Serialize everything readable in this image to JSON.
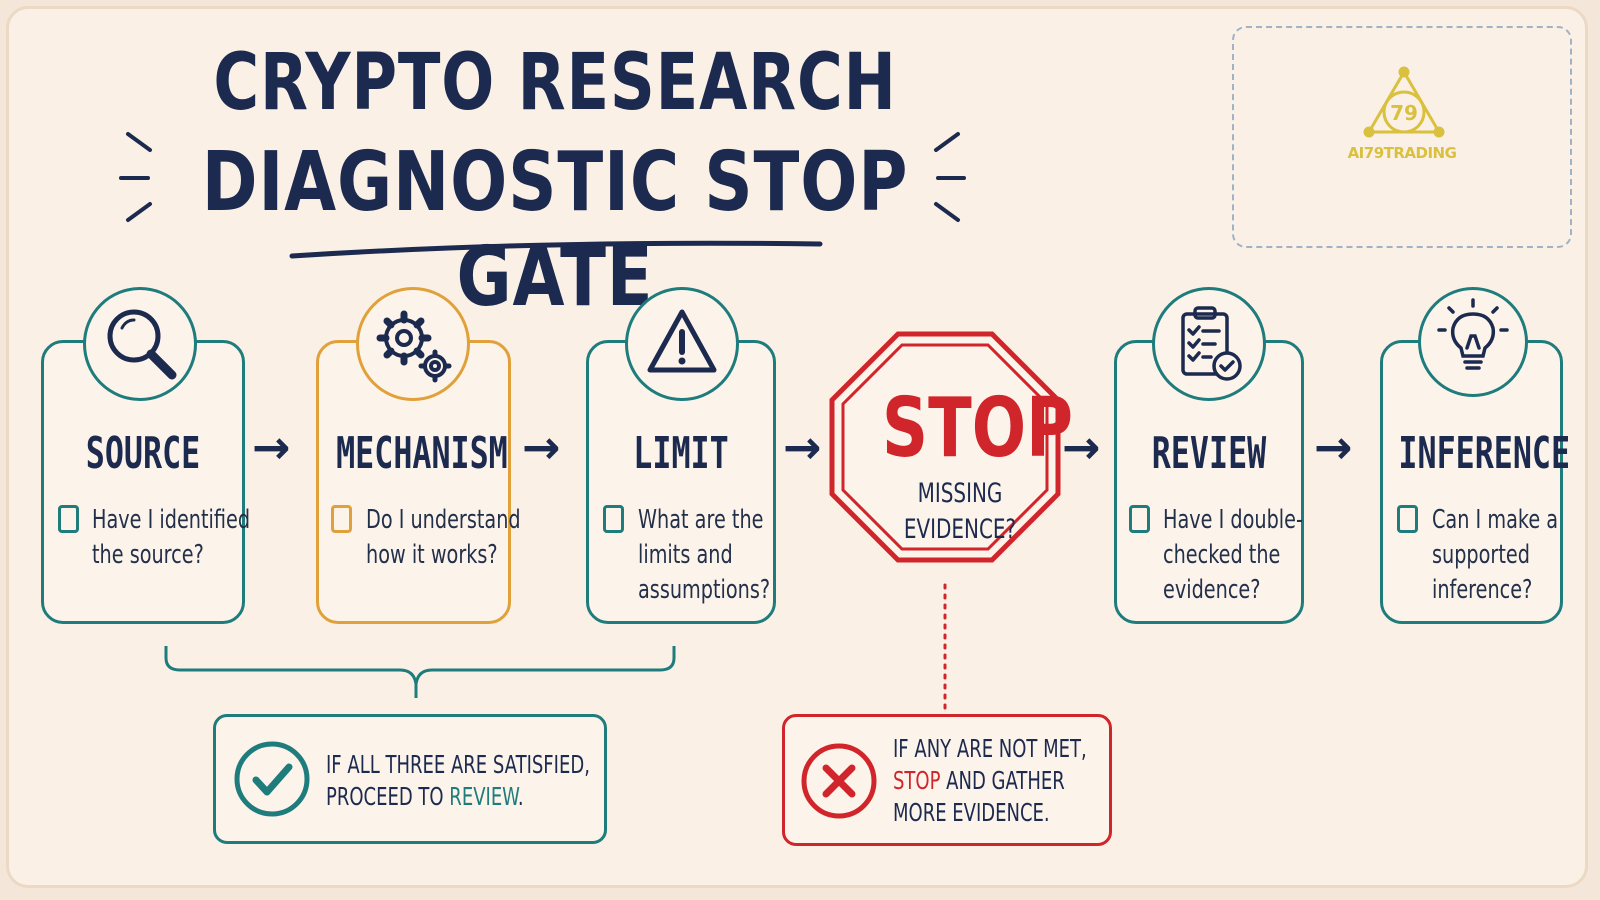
{
  "title": {
    "line1": "CRYPTO RESEARCH",
    "line2": "DIAGNOSTIC STOP GATE"
  },
  "logo": {
    "text": "AI79TRADING",
    "emblem_text": "79"
  },
  "steps": [
    {
      "label": "SOURCE",
      "icon": "magnifier-icon",
      "color": "#1e7c7c",
      "question_lines": [
        "Have I identified",
        "the source?"
      ]
    },
    {
      "label": "MECHANISM",
      "icon": "gears-icon",
      "color": "#e0a13a",
      "question_lines": [
        "Do I understand",
        "how it works?"
      ]
    },
    {
      "label": "LIMIT",
      "icon": "warning-icon",
      "color": "#1e7c7c",
      "question_lines": [
        "What are the",
        "limits and",
        "assumptions?"
      ]
    },
    {
      "label": "REVIEW",
      "icon": "clipboard-check-icon",
      "color": "#1e7c7c",
      "question_lines": [
        "Have I double-",
        "checked the",
        "evidence?"
      ]
    },
    {
      "label": "INFERENCE",
      "icon": "lightbulb-icon",
      "color": "#1e7c7c",
      "question_lines": [
        "Can I make a",
        "supported",
        "inference?"
      ]
    }
  ],
  "stop_sign": {
    "word": "STOP",
    "sub_lines": [
      "MISSING",
      "EVIDENCE?"
    ],
    "color": "#d0262b"
  },
  "proceed_box": {
    "line1": "IF ALL THREE ARE SATISFIED,",
    "line2_prefix": "PROCEED TO ",
    "line2_highlight": "REVIEW",
    "line2_suffix": ".",
    "icon": "check-icon"
  },
  "stop_box": {
    "line1": "IF ANY ARE NOT MET,",
    "line2_highlight": "STOP",
    "line2_suffix": " AND GATHER",
    "line3": "MORE EVIDENCE.",
    "icon": "x-icon"
  },
  "arrow_glyph": "→",
  "colors": {
    "navy": "#1b2a4e",
    "teal": "#1e7c7c",
    "amber": "#e0a13a",
    "red": "#d0262b",
    "logo_gold": "#d9c13f"
  }
}
